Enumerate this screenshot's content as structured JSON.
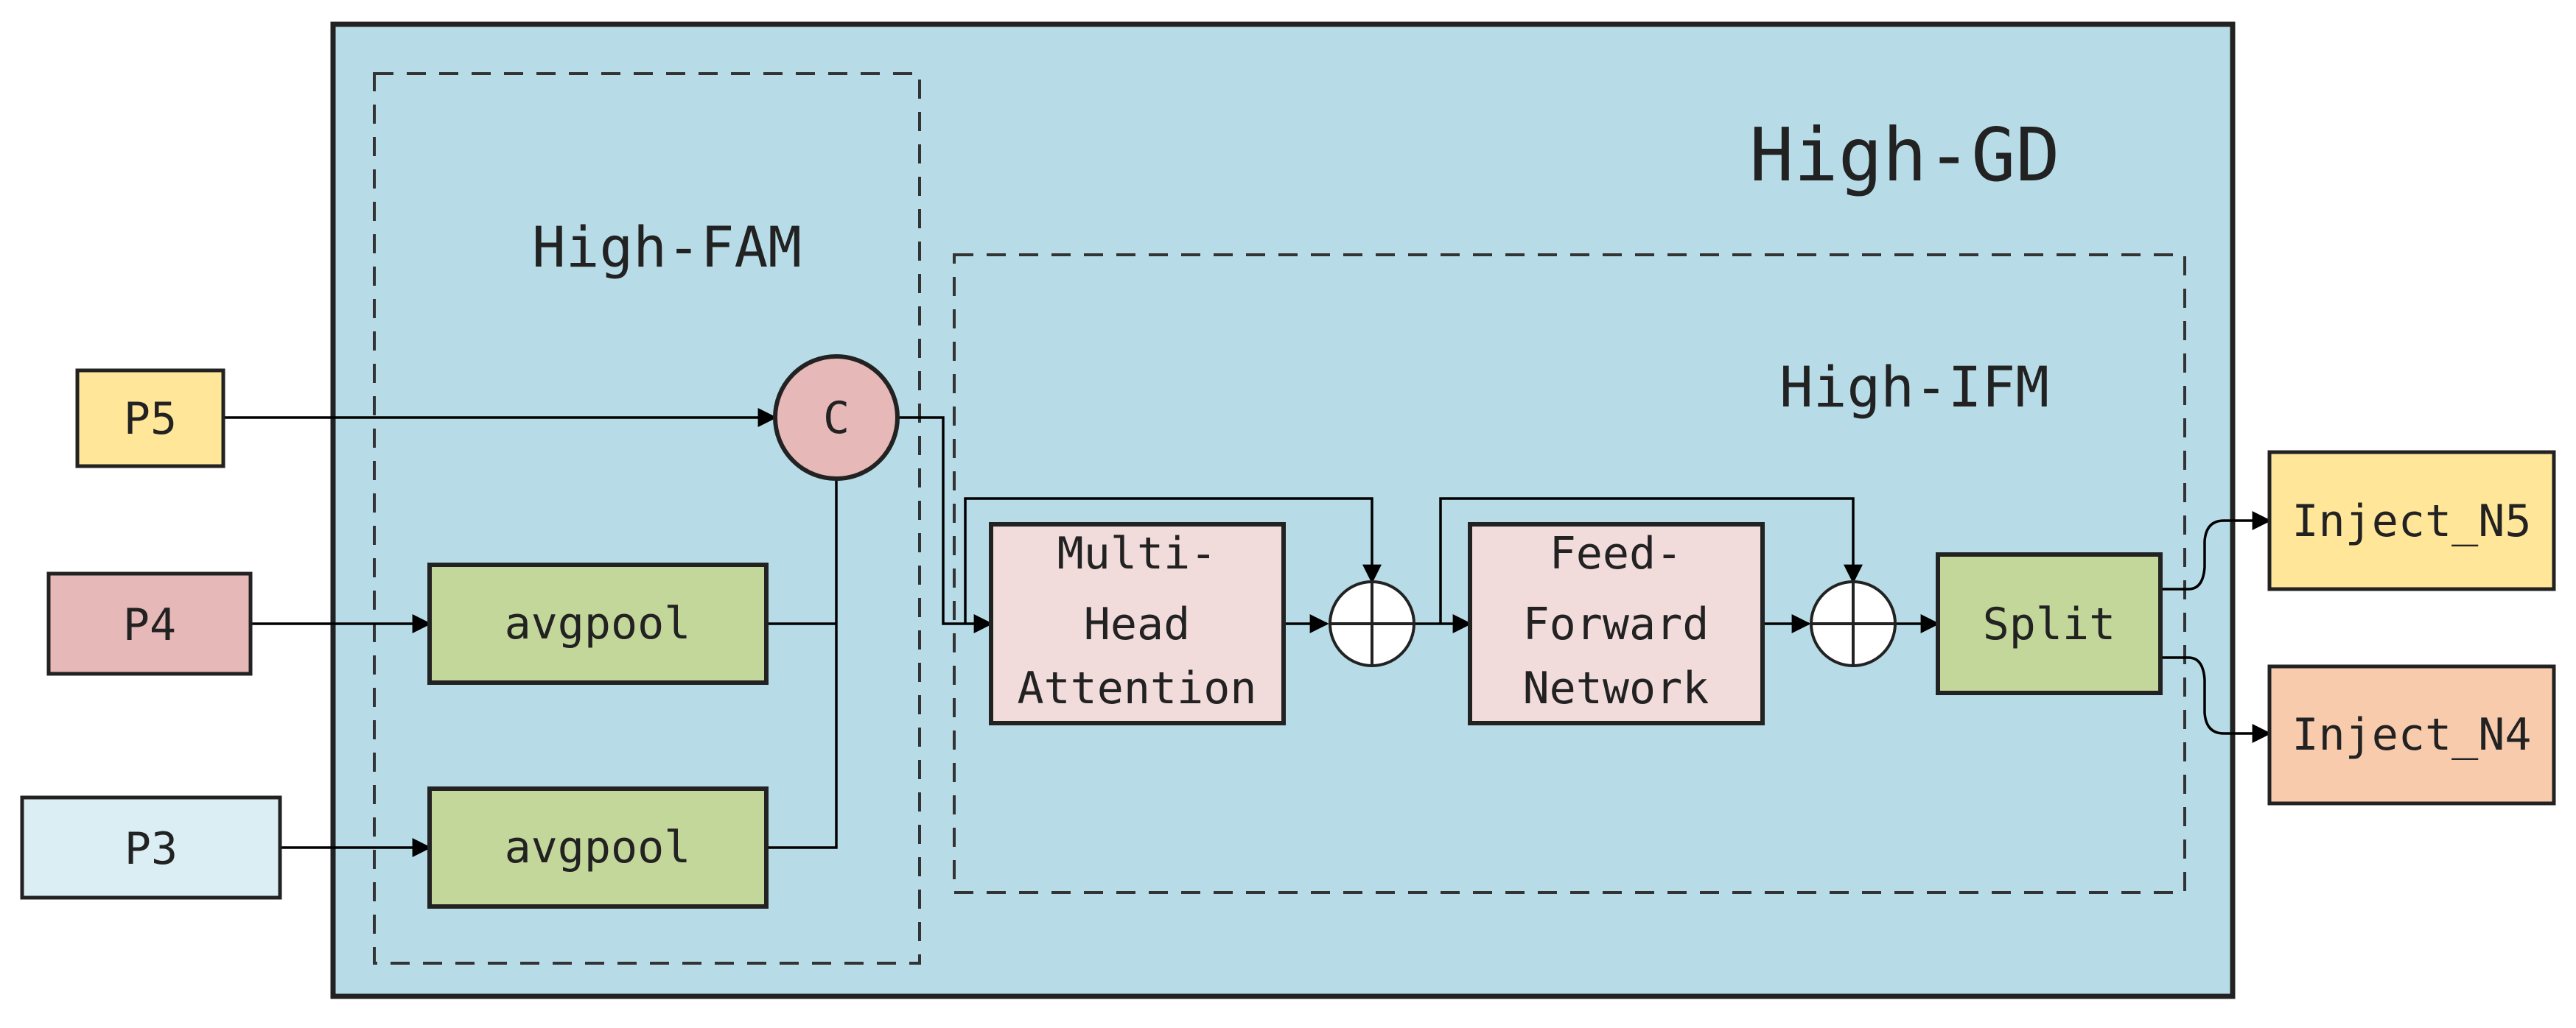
{
  "outer_block": {
    "title": "High-GD"
  },
  "fam_group": {
    "title": "High-FAM"
  },
  "ifm_group": {
    "title": "High-IFM"
  },
  "inputs": {
    "p5": "P5",
    "p4": "P4",
    "p3": "P3"
  },
  "concat_node": {
    "label": "C"
  },
  "avgpool_top": {
    "label": "avgpool"
  },
  "avgpool_bottom": {
    "label": "avgpool"
  },
  "mha_block": {
    "lines": [
      "Multi-",
      "Head",
      "Attention"
    ]
  },
  "ffn_block": {
    "lines": [
      "Feed-",
      "Forward",
      "Network"
    ]
  },
  "split_block": {
    "label": "Split"
  },
  "outputs": {
    "inject_n5": "Inject_N5",
    "inject_n4": "Inject_N4"
  },
  "colors": {
    "outer_bg": "#b7dce7",
    "p5_fill": "#ffe699",
    "p4_fill": "#e6b8b7",
    "p3_fill": "#daeef3",
    "concat_fill": "#e6b8b7",
    "avgpool_fill": "#c4d79b",
    "mha_fill": "#f2dcdb",
    "ffn_fill": "#f2dcdb",
    "split_fill": "#c4d79b",
    "inject_n5_fill": "#ffe699",
    "inject_n4_fill": "#f8cbad"
  }
}
